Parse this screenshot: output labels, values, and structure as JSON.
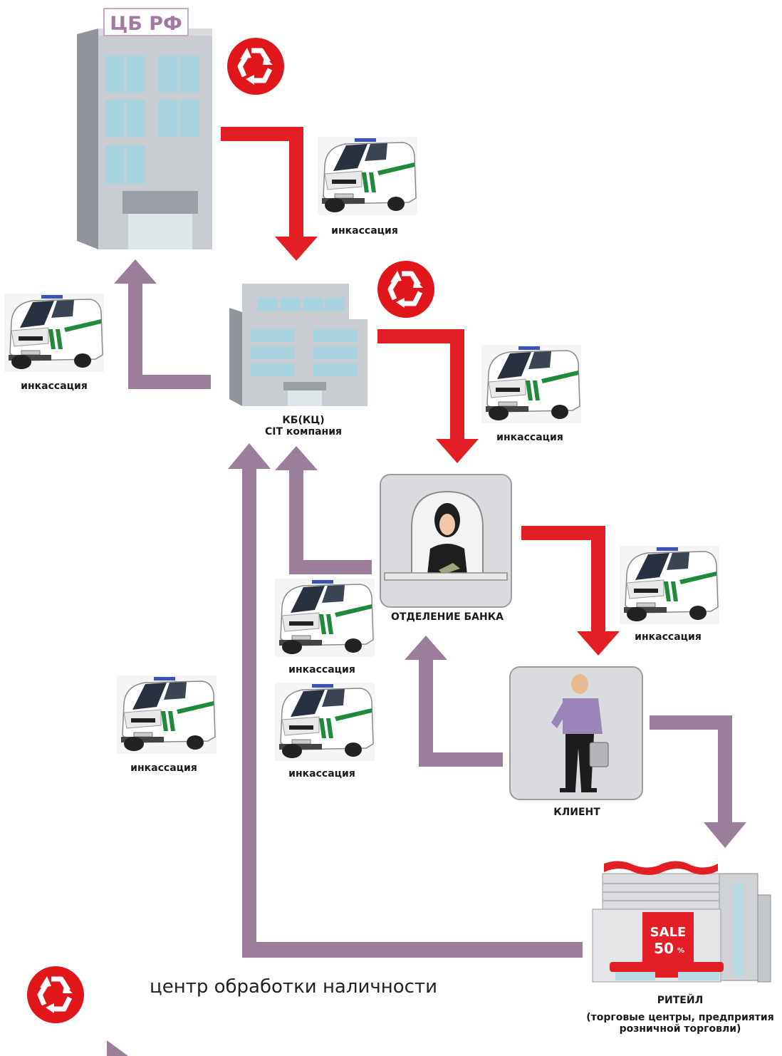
{
  "central_bank": {
    "sign": "ЦБ РФ"
  },
  "commercial_bank": {
    "line1": "КБ(КЦ)",
    "line2": "CIT компания"
  },
  "branch": {
    "label": "ОТДЕЛЕНИЕ БАНКА"
  },
  "client": {
    "label": "КЛИЕНТ"
  },
  "retail": {
    "label": "РИТЕЙЛ",
    "sub1": "(торговые центры, предприятия",
    "sub2": "розничной торговли)",
    "sign1": "SALE",
    "sign2": "50",
    "sign_pct": "%"
  },
  "vans": {
    "label": "инкассация"
  },
  "legend": {
    "cash_center": "центр обработки наличности"
  },
  "colors": {
    "red_arrow": "#e31e24",
    "purple_arrow": "#9b7f9a",
    "recycle": "#e0161b"
  },
  "icons": [
    "recycle-icon",
    "van-icon",
    "building-icon",
    "teller-icon",
    "client-icon",
    "store-icon"
  ]
}
